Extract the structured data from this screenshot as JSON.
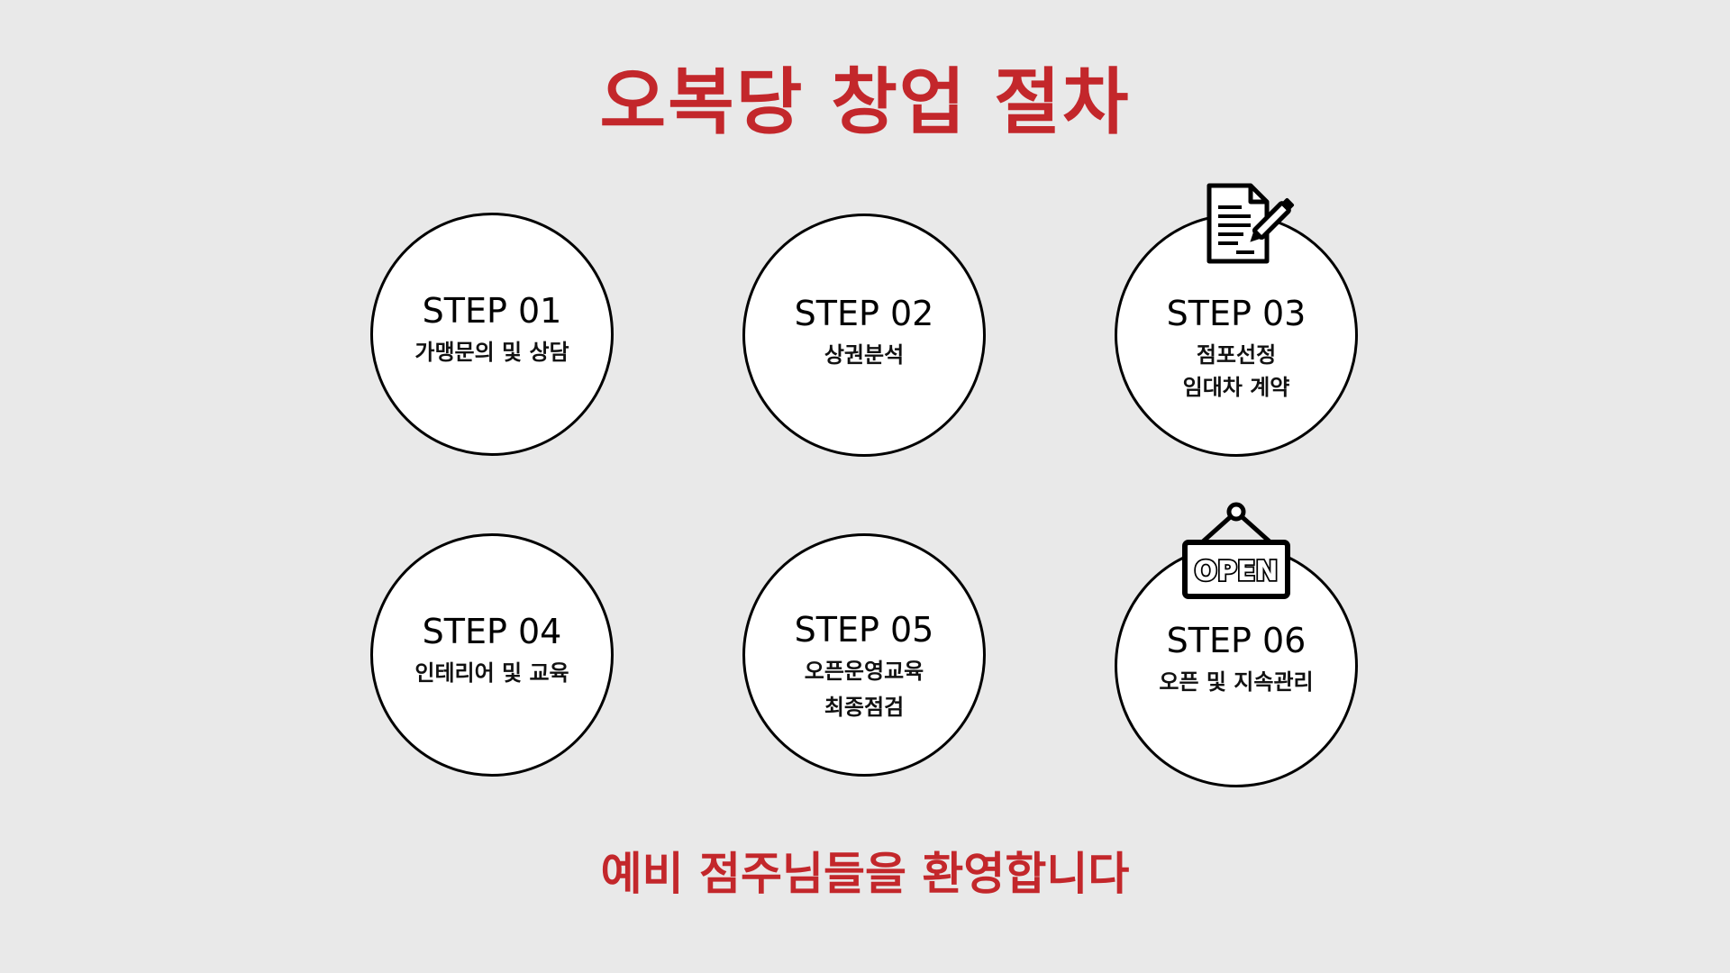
{
  "title": "오복당 창업 절차",
  "subtitle": "예비 점주님들을 환영합니다",
  "colors": {
    "accent": "#c3272b",
    "background": "#e9e9e9",
    "circle_fill": "#ffffff",
    "circle_border": "#000000"
  },
  "steps": [
    {
      "label": "STEP 01",
      "desc_line1": "가맹문의 및 상담",
      "desc_line2": ""
    },
    {
      "label": "STEP 02",
      "desc_line1": "상권분석",
      "desc_line2": ""
    },
    {
      "label": "STEP 03",
      "desc_line1": "점포선정",
      "desc_line2": "임대차 계약",
      "icon": "contract-document-pen-icon"
    },
    {
      "label": "STEP 04",
      "desc_line1": "인테리어 및 교육",
      "desc_line2": ""
    },
    {
      "label": "STEP 05",
      "desc_line1": "오픈운영교육",
      "desc_line2": "최종점검"
    },
    {
      "label": "STEP 06",
      "desc_line1": "오픈 및 지속관리",
      "desc_line2": "",
      "icon": "open-sign-icon",
      "sign_text": "OPEN"
    }
  ]
}
